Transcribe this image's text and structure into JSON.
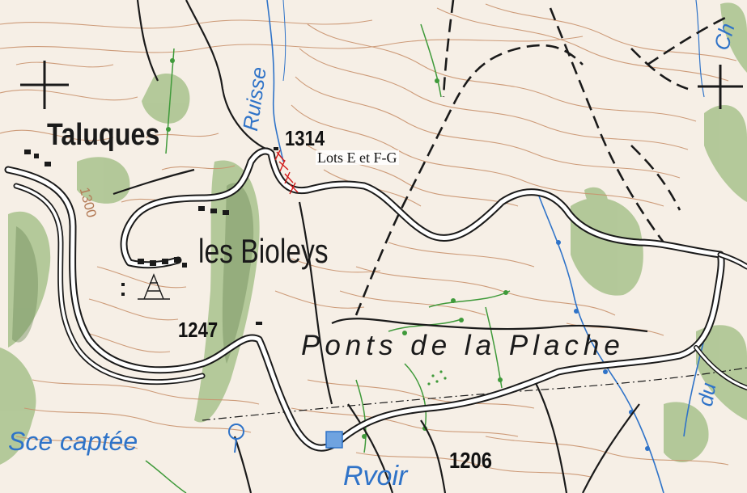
{
  "map": {
    "labels": {
      "taluques": "Taluques",
      "bioleys": "les Bioleys",
      "ponts": "Ponts de la Plache",
      "lots": "Lots E et F-G",
      "alt_1314": "1314",
      "alt_1247": "1247",
      "alt_1206": "1206",
      "contour_1300": "1300",
      "src": "Sce captée",
      "rvoir": "Rvoir",
      "ruisseau": "Ruisse",
      "ch": "Ch",
      "du": "du"
    },
    "colors": {
      "background": "#f6efe6",
      "contour": "#c9936e",
      "forest": "#a8c28c",
      "relief_shade": "#6f8c5a",
      "water": "#2f73c8",
      "road_casing": "#1a1a1a",
      "road_fill": "#ffffff",
      "marker": "#d11a1a"
    }
  }
}
